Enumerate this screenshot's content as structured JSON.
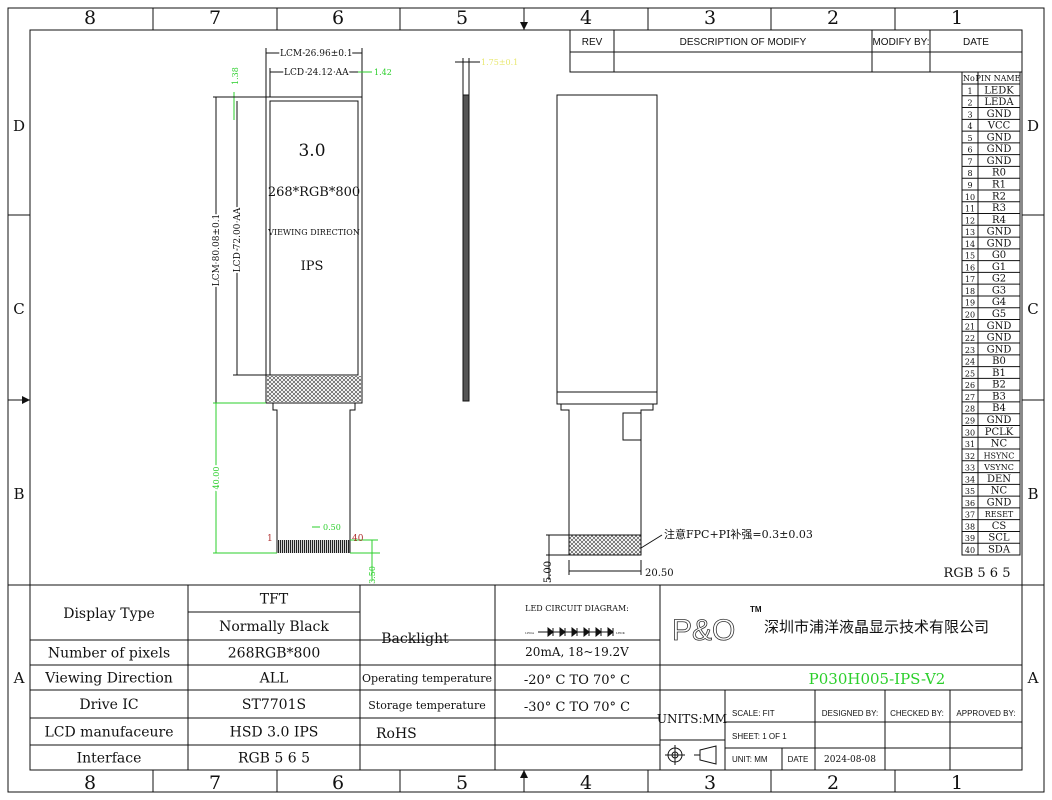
{
  "frame": {
    "columns": [
      "8",
      "7",
      "6",
      "5",
      "4",
      "3",
      "2",
      "1"
    ],
    "rows": [
      "D",
      "C",
      "B",
      "A"
    ]
  },
  "revision": {
    "headers": [
      "REV",
      "DESCRIPTION OF MODIFY",
      "MODIFY BY:",
      "DATE"
    ]
  },
  "front_view": {
    "lcm_width": "LCM 26.96±0.1",
    "lcd_width": "LCD 24.12 AA",
    "offset_x": "1.42",
    "offset_y": "1.38",
    "lcm_height": "LCM 80.08±0.1",
    "lcd_height": "LCD 72.00 AA",
    "size": "3.0",
    "resolution": "268*RGB*800",
    "viewing": "VIEWING DIRECTION",
    "type": "IPS",
    "fpc_length": "40.00",
    "pitch": "0.50",
    "pin_first": "1",
    "pin_last": "40",
    "finger_length": "3.50"
  },
  "side_view": {
    "thickness": "1.75±0.1"
  },
  "back_view": {
    "stiffener_note": "注意FPC+PI补强=0.3±0.03",
    "stiffener_height": "5.00",
    "fpc_width": "20.50"
  },
  "pin_table": {
    "header_no": "No",
    "header_name": "PIN NAME",
    "pins": [
      "LEDK",
      "LEDA",
      "GND",
      "VCC",
      "GND",
      "GND",
      "GND",
      "R0",
      "R1",
      "R2",
      "R3",
      "R4",
      "GND",
      "GND",
      "G0",
      "G1",
      "G2",
      "G3",
      "G4",
      "G5",
      "GND",
      "GND",
      "GND",
      "B0",
      "B1",
      "B2",
      "B3",
      "B4",
      "GND",
      "PCLK",
      "NC",
      "HSYNC",
      "VSYNC",
      "DEN",
      "NC",
      "GND",
      "RESET",
      "CS",
      "SCL",
      "SDA"
    ],
    "interface_note": "RGB 5 6 5"
  },
  "specs": {
    "rows": [
      {
        "label": "Display Type",
        "value": "TFT"
      },
      {
        "label": "",
        "value": "Normally Black"
      },
      {
        "label": "Number of pixels",
        "value": "268RGB*800"
      },
      {
        "label": "Viewing Direction",
        "value": "ALL"
      },
      {
        "label": "Drive IC",
        "value": "ST7701S"
      },
      {
        "label": "LCD manufaceure",
        "value": "HSD  3.0 IPS"
      },
      {
        "label": "Interface",
        "value": "RGB 5 6 5"
      }
    ],
    "backlight_label": "Backlight",
    "led_title": "LED CIRCUIT DIAGRAM:",
    "led_left": "LEDA",
    "led_right": "LEDK",
    "led_spec": "20mA, 18~19.2V",
    "op_temp_label": "Operating temperature",
    "op_temp": "-20° C TO 70° C",
    "st_temp_label": "Storage temperature",
    "st_temp": "-30° C TO 70° C",
    "rohs": "RoHS"
  },
  "title_block": {
    "logo": "P&O",
    "tm": "TM",
    "company": "深圳市浦洋液晶显示技术有限公司",
    "part_no": "P030H005-IPS-V2",
    "units": "UNITS:MM",
    "scale": "SCALE:  FIT",
    "designed": "DESIGNED BY:",
    "checked": "CHECKED BY:",
    "approved": "APPROVED BY:",
    "sheet": "SHEET:  1  OF  1",
    "unit": "UNIT:  MM",
    "date_label": "DATE",
    "date": "2024-08-08"
  },
  "colors": {
    "dimension": "#2bcf2b",
    "pin_mark": "#b03030",
    "thickness_dim": "#e8e870"
  }
}
